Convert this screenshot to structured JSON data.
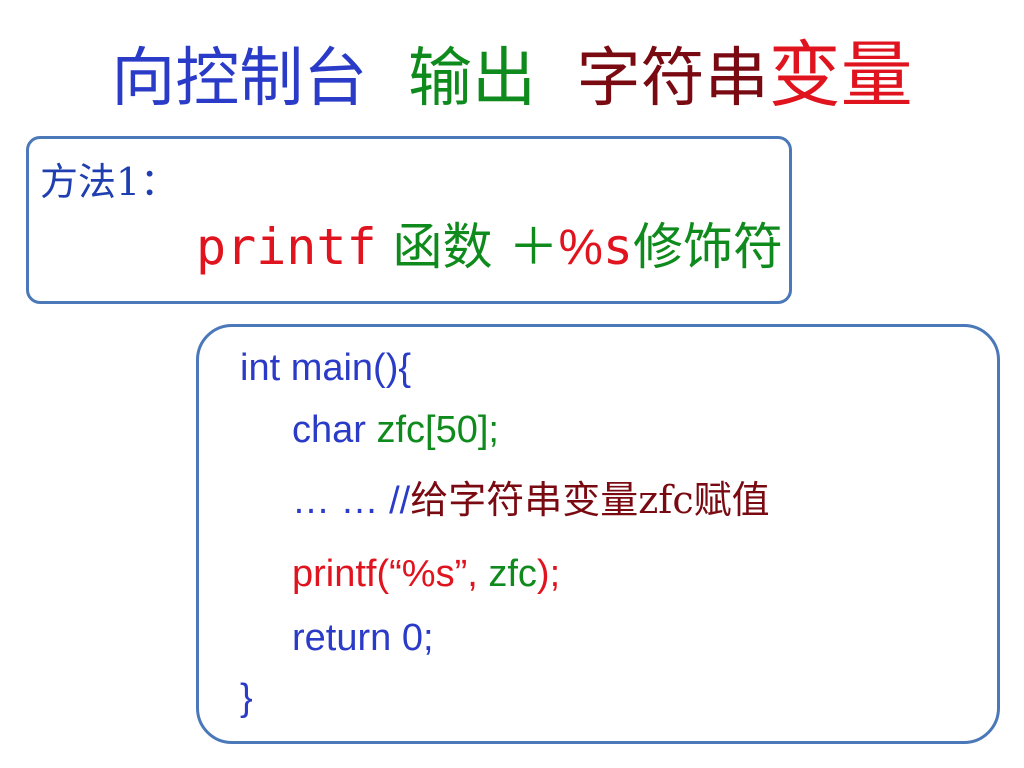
{
  "title": {
    "part1": "向控制台",
    "part2": "输出",
    "part3": "字符串",
    "part4": "变量"
  },
  "method": {
    "label": "方法1：",
    "printf": "printf",
    "func": "函数",
    "plus": "＋",
    "percent": "%",
    "s": "s",
    "modifier": "修饰符"
  },
  "code": {
    "line1": "int main(){",
    "line2_kw": "char ",
    "line2_rest": "zfc[50];",
    "line3_dots": "… … ",
    "line3_slashes": "//",
    "line3_comment": "给字符串变量zfc赋值",
    "line4_a": "printf(“%s”, ",
    "line4_b": "zfc",
    "line4_c": ");",
    "line5": "return 0;",
    "line6": "}"
  },
  "colors": {
    "blue": "#2a3bc8",
    "green": "#0f8a1c",
    "red": "#e0141e",
    "darkred": "#7a0a12",
    "box_border": "#4a78b8"
  }
}
